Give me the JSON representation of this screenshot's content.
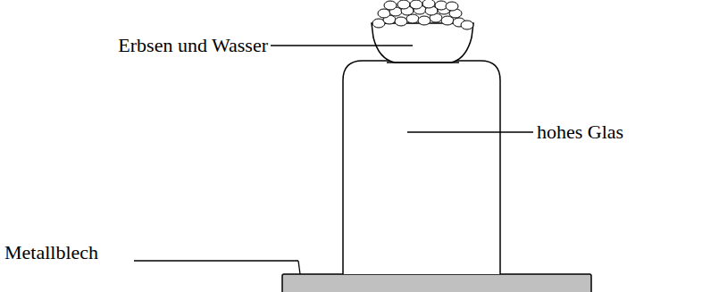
{
  "diagram": {
    "labels": [
      "Erbsen und Wasser",
      "hohes Glas",
      "Metallblech"
    ]
  }
}
